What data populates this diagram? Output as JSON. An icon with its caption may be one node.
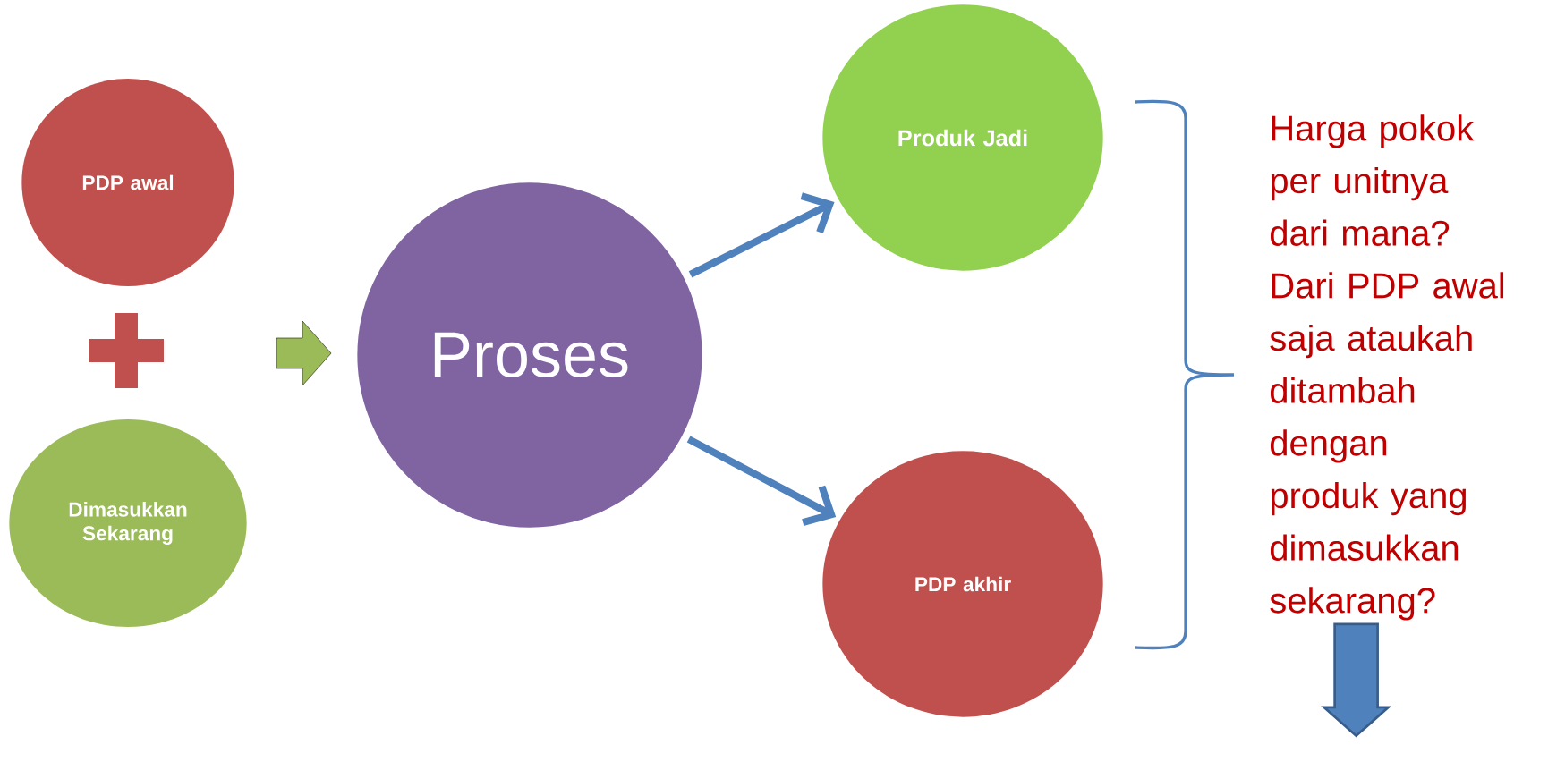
{
  "diagram": {
    "nodes": [
      {
        "text": [
          "PDP awal"
        ]
      },
      {
        "text": [
          "Dimasukkan Sekarang"
        ]
      },
      {
        "text": [
          "Proses"
        ]
      },
      {
        "text": [
          "Produk Jadi"
        ]
      },
      {
        "text": [
          "PDP akhir"
        ]
      },
      {
        "text": [
          "Harga pokok per unitnya dari mana? Dari PDP awal saja ataukah ditambah dengan produk yang dimasukkan sekarang?"
        ]
      }
    ],
    "edges": [
      {
        "from": null,
        "to": 2,
        "arrow": "to",
        "style": "thick",
        "color": "#9bbb59"
      },
      {
        "from": 2,
        "to": 3,
        "arrow": "to"
      },
      {
        "from": 2,
        "to": 4,
        "arrow": "to"
      },
      {
        "from": 5,
        "to": null,
        "arrow": "to",
        "style": "thick"
      }
    ]
  }
}
